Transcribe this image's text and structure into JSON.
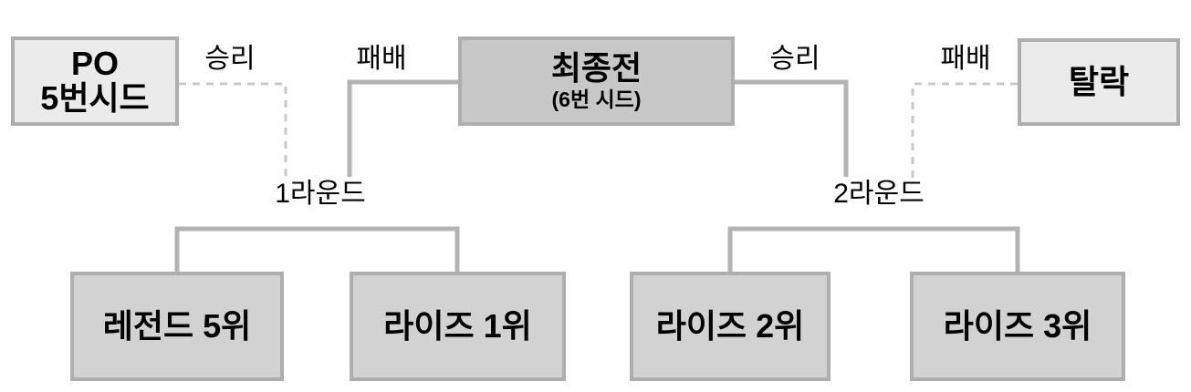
{
  "diagram": {
    "background_color": "#ffffff",
    "colors": {
      "box_border": "#aeaeae",
      "outer_box_fill": "#ebebeb",
      "final_box_fill": "#c7c7c7",
      "team_box_fill": "#d2d2d2",
      "solid_line": "#b3b3b3",
      "dashed_line": "#c9c9c9",
      "text": "#000000"
    },
    "nodes": {
      "po_seed": {
        "line1": "PO",
        "line2": "5번시드"
      },
      "final_match": {
        "title": "최종전",
        "subtitle": "(6번 시드)"
      },
      "eliminated": {
        "label": "탈락"
      },
      "legend_5th": {
        "label": "레전드 5위"
      },
      "rise_1st": {
        "label": "라이즈 1위"
      },
      "rise_2nd": {
        "label": "라이즈 2위"
      },
      "rise_3rd": {
        "label": "라이즈 3위"
      }
    },
    "edge_labels": {
      "win_left": "승리",
      "lose_left": "패배",
      "win_right": "승리",
      "lose_right": "패배"
    },
    "round_labels": {
      "round_1": "1라운드",
      "round_2": "2라운드"
    }
  }
}
